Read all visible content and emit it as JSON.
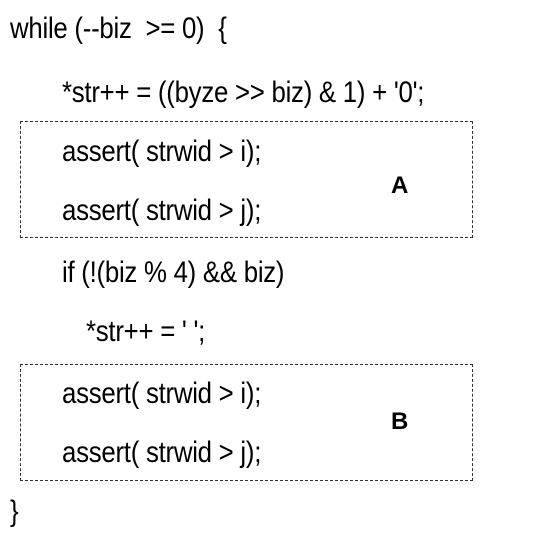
{
  "code": {
    "lines": [
      "while (--biz  >= 0)  {",
      "*str++ = ((byze >> biz) & 1) + '0';",
      "assert( strwid > i);",
      "assert( strwid > j);",
      "if (!(biz % 4) && biz)",
      "*str++ = ' ';",
      "assert( strwid > i);",
      "assert( strwid > j);",
      "}"
    ]
  },
  "regions": {
    "a_label": "A",
    "b_label": "B"
  }
}
